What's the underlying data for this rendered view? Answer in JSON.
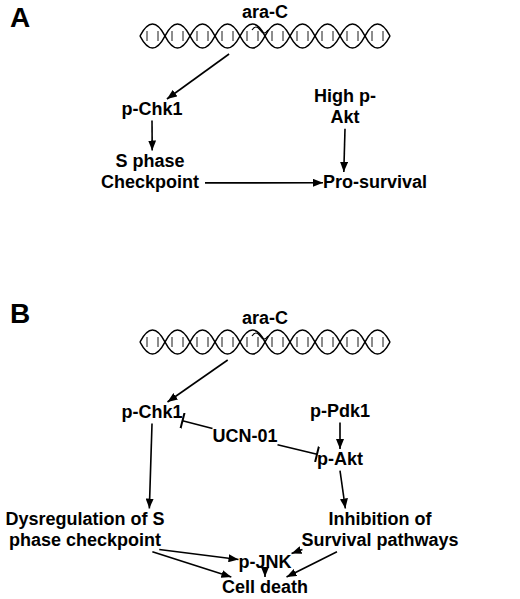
{
  "diagram": {
    "nodes": [
      {
        "text": [
          "ara-C"
        ]
      },
      {
        "text": [
          "p-Chk1"
        ]
      },
      {
        "text": [
          "High p-Akt"
        ]
      },
      {
        "text": [
          "S phase Checkpoint"
        ]
      },
      {
        "text": [
          "Pro-survival"
        ]
      },
      {
        "text": [
          "ara-C"
        ]
      },
      {
        "text": [
          "p-Chk1"
        ]
      },
      {
        "text": [
          "p-Pdk1"
        ]
      },
      {
        "text": [
          "UCN-01"
        ]
      },
      {
        "text": [
          "p-Akt"
        ]
      },
      {
        "text": [
          "Dysregulation of S phase checkpoint"
        ]
      },
      {
        "text": [
          "Inhibition of Survival pathways"
        ]
      },
      {
        "text": [
          "p-JNK"
        ]
      },
      {
        "text": [
          "Cell death"
        ]
      }
    ],
    "edges": [
      {
        "from": 0,
        "to": 1,
        "arrow": "to"
      },
      {
        "from": 1,
        "to": 3,
        "arrow": "to"
      },
      {
        "from": 2,
        "to": 4,
        "arrow": "to"
      },
      {
        "from": 3,
        "to": 4,
        "arrow": "to"
      },
      {
        "from": 5,
        "to": 6,
        "arrow": "to"
      },
      {
        "from": 8,
        "to": 6,
        "arrow": "to"
      },
      {
        "from": 8,
        "to": 9,
        "arrow": "to"
      },
      {
        "from": 7,
        "to": 9,
        "arrow": "to"
      },
      {
        "from": 6,
        "to": 10,
        "arrow": "to"
      },
      {
        "from": 9,
        "to": 11,
        "arrow": "to"
      },
      {
        "from": 10,
        "to": 12,
        "arrow": "to"
      },
      {
        "from": 11,
        "to": 12,
        "arrow": "to"
      },
      {
        "from": 10,
        "to": 13,
        "arrow": "to"
      },
      {
        "from": 11,
        "to": 13,
        "arrow": "to"
      },
      {
        "from": 12,
        "to": 13,
        "arrow": "to"
      }
    ],
    "labels": [
      "A",
      "B"
    ]
  }
}
